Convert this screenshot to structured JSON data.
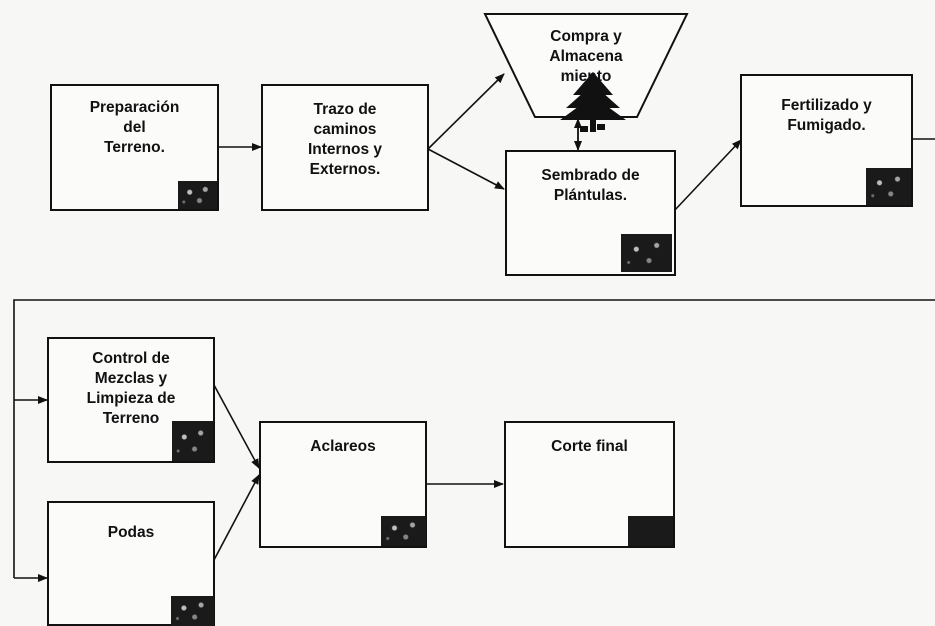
{
  "diagram": {
    "type": "process-flowchart",
    "colors": {
      "line": "#111111",
      "box_fill": "#fbfbfa",
      "thumbnail": "#1a1a1a"
    },
    "nodes": {
      "preparacion": "Preparación\ndel\nTerreno.",
      "trazo": "Trazo de\ncaminos\nInternos y\nExternos.",
      "compra": "Compra y\nAlmacena\nmiento",
      "sembrado": "Sembrado de\nPlántulas.",
      "fertilizado": "Fertilizado y\nFumigado.",
      "control": "Control de\nMezclas y\nLimpieza de\nTerreno",
      "podas": "Podas",
      "aclareos": "Aclareos",
      "corte": "Corte final"
    },
    "edges": [
      [
        "preparacion",
        "trazo"
      ],
      [
        "trazo",
        "compra"
      ],
      [
        "trazo",
        "sembrado"
      ],
      [
        "compra",
        "sembrado"
      ],
      [
        "sembrado",
        "fertilizado"
      ],
      [
        "fertilizado",
        "control"
      ],
      [
        "fertilizado",
        "podas"
      ],
      [
        "control",
        "aclareos"
      ],
      [
        "podas",
        "aclareos"
      ],
      [
        "aclareos",
        "corte"
      ]
    ]
  }
}
